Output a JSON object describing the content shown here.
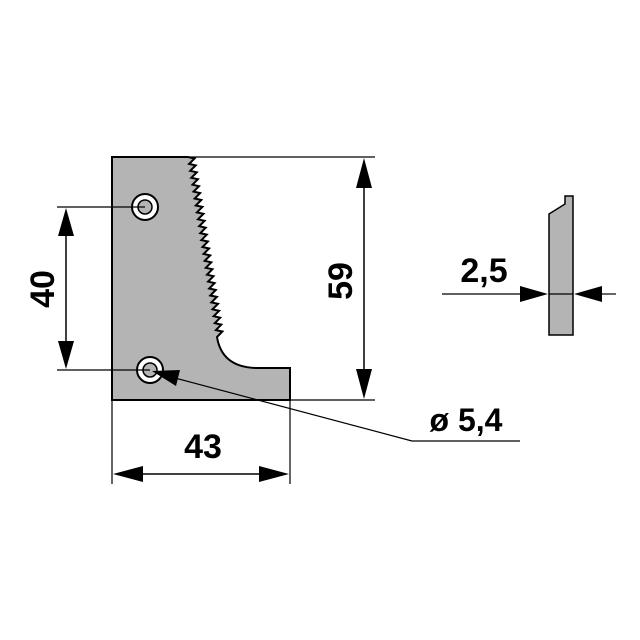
{
  "drawing": {
    "colors": {
      "part_fill": "#b4b4b4",
      "hole_fill": "#ffffff",
      "line": "#000000",
      "background": "#ffffff"
    },
    "dimensions": {
      "hole_spacing": "40",
      "height": "59",
      "width": "43",
      "thickness": "2,5",
      "hole_diameter": "ø 5,4"
    }
  }
}
